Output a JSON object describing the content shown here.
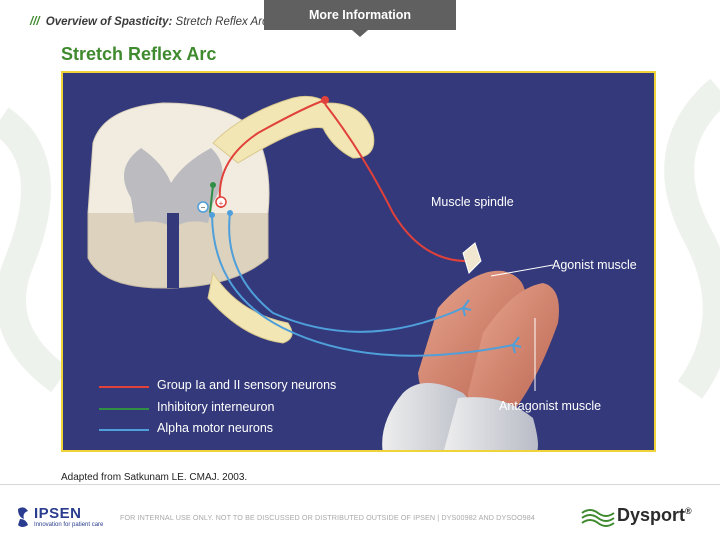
{
  "header": {
    "slashes": "///",
    "section": "Overview of Spasticity:",
    "topic": "Stretch Reflex Arc",
    "more_button": "More Information"
  },
  "title": "Stretch Reflex Arc",
  "figure": {
    "labels": {
      "muscle_spindle": "Muscle spindle",
      "agonist_muscle": "Agonist muscle",
      "antagonist_muscle": "Antagonist muscle"
    },
    "legend": [
      {
        "label": "Group Ia and II sensory neurons",
        "color": "#e0413a"
      },
      {
        "label": "Inhibitory interneuron",
        "color": "#2f8f45"
      },
      {
        "label": "Alpha motor neurons",
        "color": "#4f9fda"
      }
    ]
  },
  "source": "Adapted from Satkunam LE. CMAJ. 2003.",
  "footer": {
    "company": "IPSEN",
    "tagline": "Innovation for patient care",
    "disclaimer": "FOR INTERNAL USE ONLY. NOT TO BE DISCUSSED OR DISTRIBUTED OUTSIDE OF IPSEN | DYS00982 AND DYSOO984",
    "product": "Dysport",
    "registered": "®"
  }
}
